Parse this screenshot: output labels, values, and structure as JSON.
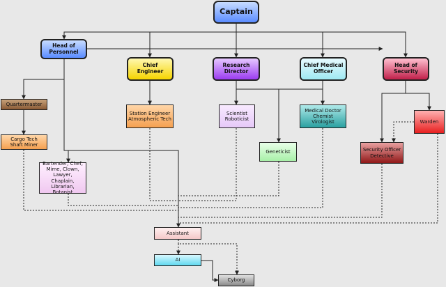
{
  "nodes": {
    "captain": {
      "label": "Captain",
      "colors": [
        "#c8dcff",
        "#5a8cff"
      ]
    },
    "hop": {
      "label": "Head of Personnel",
      "colors": [
        "#c8dcff",
        "#5a8cff"
      ]
    },
    "ce": {
      "label": "Chief Engineer",
      "colors": [
        "#fff8b0",
        "#f5d400"
      ]
    },
    "rd": {
      "label": "Research Director",
      "colors": [
        "#e6c8ff",
        "#9b3cf0"
      ]
    },
    "cmo": {
      "label": "Chief Medical\nOfficer",
      "colors": [
        "#e8fbff",
        "#9fe8f2"
      ]
    },
    "hos": {
      "label": "Head of Security",
      "colors": [
        "#ffc0d0",
        "#c0204a"
      ]
    },
    "qm": {
      "label": "Quartermaster",
      "colors": [
        "#c8a27a",
        "#8a5a35"
      ]
    },
    "cargo": {
      "label": "Cargo Tech\nShaft Miner",
      "colors": [
        "#ffd6a8",
        "#f5a050"
      ]
    },
    "service": {
      "label": "Bartender, Chef,\nMime, Clown,\nLawyer, Chaplain,\nLibrarian, Botanist",
      "colors": [
        "#fff0ff",
        "#f0c8f0"
      ]
    },
    "eng": {
      "label": "Station Engineer\nAtmospheric Tech",
      "colors": [
        "#ffd6a8",
        "#f5a050"
      ]
    },
    "sci": {
      "label": "Scientist\nRoboticist",
      "colors": [
        "#f8eaff",
        "#e6c8f8"
      ]
    },
    "med": {
      "label": "Medical Doctor\nChemist\nVirologist",
      "colors": [
        "#b0eaea",
        "#2aa0a0"
      ]
    },
    "gen": {
      "label": "Geneticist",
      "colors": [
        "#e8ffe8",
        "#a8f0a8"
      ]
    },
    "warden": {
      "label": "Warden",
      "colors": [
        "#ffb0b0",
        "#e82020"
      ]
    },
    "sec": {
      "label": "Security Officer\nDetective",
      "colors": [
        "#e8a0a0",
        "#901818"
      ]
    },
    "assistant": {
      "label": "Assistant",
      "colors": [
        "#fff0f0",
        "#f5c8c8"
      ]
    },
    "ai": {
      "label": "AI",
      "colors": [
        "#d8f8ff",
        "#60d8f0"
      ]
    },
    "cyborg": {
      "label": "Cyborg",
      "colors": [
        "#e0e0e0",
        "#8a8a8a"
      ]
    }
  }
}
